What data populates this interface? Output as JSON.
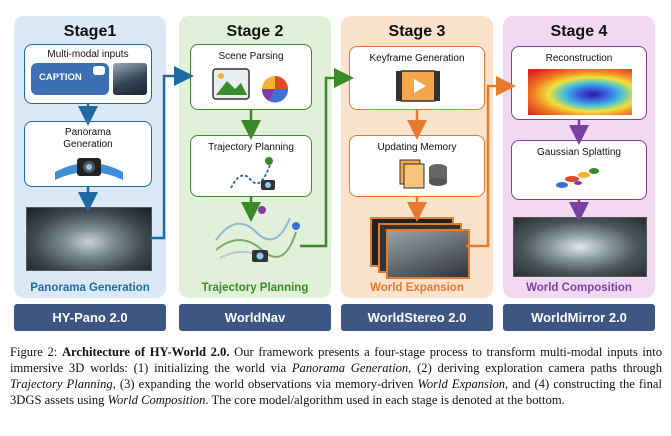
{
  "stages": [
    {
      "title": "Stage1",
      "name": "Panorama Generation",
      "model": "HY-Pano 2.0",
      "box1": "Multi-modal inputs",
      "caption_tag": "CAPTION",
      "box2_line1": "Panorama",
      "box2_line2": "Generation"
    },
    {
      "title": "Stage 2",
      "name": "Trajectory Planning",
      "model": "WorldNav",
      "box1": "Scene Parsing",
      "box2": "Trajectory Planning"
    },
    {
      "title": "Stage 3",
      "name": "World Expansion",
      "model": "WorldStereo 2.0",
      "box1": "Keyframe Generation",
      "box2": "Updating Memory"
    },
    {
      "title": "Stage 4",
      "name": "World Composition",
      "model": "WorldMirror 2.0",
      "box1": "Reconstruction",
      "box2": "Gaussian Splatting"
    }
  ],
  "colors": {
    "stage1_bg": "#dbe9f7",
    "stage2_bg": "#e1f0d8",
    "stage3_bg": "#fbe2cc",
    "stage4_bg": "#f2d9f2",
    "stage1_accent": "#1f6aa5",
    "stage2_accent": "#3a8a2a",
    "stage3_accent": "#e67a2e",
    "stage4_accent": "#7b3fa3",
    "model_bg": "#3e5684"
  },
  "caption": {
    "label": "Figure 2:",
    "title": "Architecture of HY-World 2.0.",
    "p1": " Our framework presents a four-stage process to transform multi-modal inputs into immersive 3D worlds: (1) initializing the world via ",
    "i1": "Panorama Generation",
    "p2": ", (2) deriving exploration camera paths through ",
    "i2": "Trajectory Planning",
    "p3": ", (3) expanding the world observations via memory-driven ",
    "i3": "World Expansion",
    "p4": ", and (4) constructing the final 3DGS assets using ",
    "i4": "World Composition",
    "p5": ". The core model/algorithm used in each stage is denoted at the bottom."
  }
}
